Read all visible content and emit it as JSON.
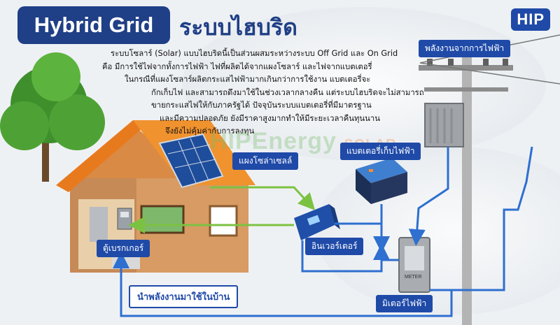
{
  "title_en": "Hybrid Grid",
  "title_th": "ระบบไฮบริด",
  "logo": "HIP",
  "description_lines": [
    "ระบบโซลาร์ (Solar) แบบไฮบริดนี้เป็นส่วนผสมระหว่างระบบ Off Grid และ On Grid",
    "คือ มีการใช้ไฟจากทั้งการไฟฟ้า ไฟที่ผลิตได้จากแผงโซลาร์ และไฟจากแบตเตอรี่",
    "ในกรณีที่แผงโซลาร์ผลิตกระแสไฟฟ้ามากเกินกว่าการใช้งาน แบตเตอรี่จะ",
    "กักเก็บไฟ และสามารถดึงมาใช้ในช่วงเวลากลางคืน แต่ระบบไฮบริดจะไม่สามารถ",
    "ขายกระแสไฟให้กับภาครัฐได้ ปัจจุบันระบบแบตเตอรี่ที่มีมาตรฐาน",
    "และมีความปลอดภัย ยังมีราคาสูงมากทำให้มีระยะเวลาคืนทุนนาน",
    "จึงยังไม่คุ้มค่ากับการลงทุน"
  ],
  "watermark": "HIPEnergy",
  "watermark_sub": "SOLAR",
  "labels": {
    "grid_power": "พลังงานจากการไฟฟ้า",
    "solar_panel": "แผงโซล่าเซลล์",
    "battery": "แบตเตอรี่เก็บไฟฟ้า",
    "inverter": "อินเวอร์เตอร์",
    "breaker": "ตู้เบรกเกอร์",
    "meter": "มิเตอร์ไฟฟ้า",
    "home_use": "นำพลังงานมาใช้ในบ้าน"
  },
  "meter_text": "METER",
  "colors": {
    "brand": "#1f3f86",
    "flow_green": "#7cc242",
    "flow_blue": "#2e6fd0",
    "roof": "#e87a1e"
  }
}
